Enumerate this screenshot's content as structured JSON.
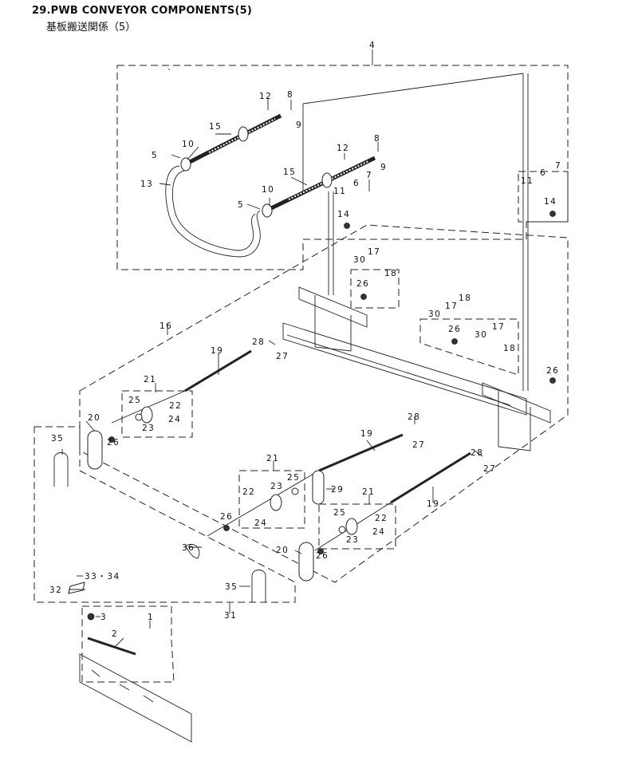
{
  "header": {
    "title": "29.PWB CONVEYOR COMPONENTS(5)",
    "subtitle": "基板搬送関係（5）"
  },
  "callouts": {
    "c1": "1",
    "c2": "2",
    "c3": "3",
    "c4": "4",
    "c5a": "5",
    "c5b": "5",
    "c6a": "6",
    "c6b": "6",
    "c7a": "7",
    "c7b": "7",
    "c8a": "8",
    "c8b": "8",
    "c9a": "9",
    "c9b": "9",
    "c10a": "10",
    "c10b": "10",
    "c11a": "11",
    "c11b": "11",
    "c12a": "12",
    "c12b": "12",
    "c13": "13",
    "c14a": "14",
    "c14b": "14",
    "c15a": "15",
    "c15b": "15",
    "c16": "16",
    "c17a": "17",
    "c17b": "17",
    "c17c": "17",
    "c18a": "18",
    "c18b": "18",
    "c18c": "18",
    "c19a": "19",
    "c19b": "19",
    "c19c": "19",
    "c20a": "20",
    "c20b": "20",
    "c21a": "21",
    "c21b": "21",
    "c21c": "21",
    "c22a": "22",
    "c22b": "22",
    "c22c": "22",
    "c23a": "23",
    "c23b": "23",
    "c23c": "23",
    "c24a": "24",
    "c24b": "24",
    "c24c": "24",
    "c25a": "25",
    "c25b": "25",
    "c25c": "25",
    "c26a": "26",
    "c26b": "26",
    "c26c": "26",
    "c26d": "26",
    "c26e": "26",
    "c26f": "26",
    "c27a": "27",
    "c27b": "27",
    "c27c": "27",
    "c28a": "28",
    "c28b": "28",
    "c28c": "28",
    "c29": "29",
    "c30a": "30",
    "c30b": "30",
    "c30c": "30",
    "c31": "31",
    "c32": "32",
    "c3334": "33・34",
    "c35a": "35",
    "c35b": "35",
    "c36": "36"
  }
}
